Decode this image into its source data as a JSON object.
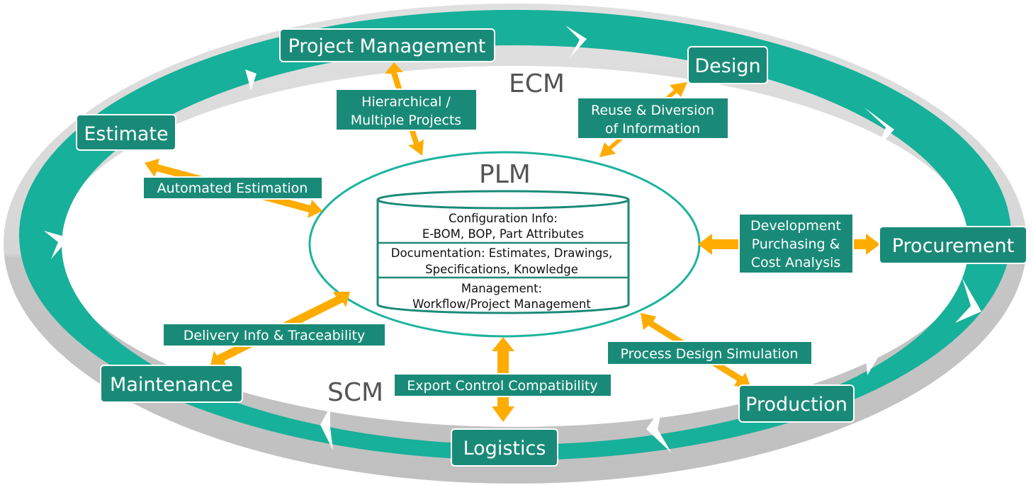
{
  "colors": {
    "ring_gray_light": "#dcdcdc",
    "ring_gray_dark": "#c4c4c4",
    "teal_arrow": "#17b09a",
    "teal_box": "#1a8a78",
    "orange_arrow": "#ffac00",
    "plm_outline": "#1db39e",
    "box_border": "#ffffff"
  },
  "rings": {
    "ecm": "ECM",
    "scm": "SCM"
  },
  "center": {
    "title": "PLM",
    "database": {
      "section1_line1": "Configuration Info:",
      "section1_line2": "E-BOM, BOP, Part Attributes",
      "section2_line1": "Documentation: Estimates, Drawings,",
      "section2_line2": "Specifications, Knowledge",
      "section3_line1": "Management:",
      "section3_line2": "Workflow/Project Management"
    }
  },
  "stages": {
    "project_management": "Project Management",
    "design": "Design",
    "estimate": "Estimate",
    "procurement": "Procurement",
    "maintenance": "Maintenance",
    "production": "Production",
    "logistics": "Logistics"
  },
  "connectors": {
    "hierarchical_line1": "Hierarchical /",
    "hierarchical_line2": "Multiple Projects",
    "reuse_line1": "Reuse & Diversion",
    "reuse_line2": "of Information",
    "automated_estimation": "Automated Estimation",
    "development_line1": "Development",
    "development_line2": "Purchasing &",
    "development_line3": "Cost Analysis",
    "delivery": "Delivery Info & Traceability",
    "process_design": "Process Design Simulation",
    "export_control": "Export Control Compatibility"
  }
}
